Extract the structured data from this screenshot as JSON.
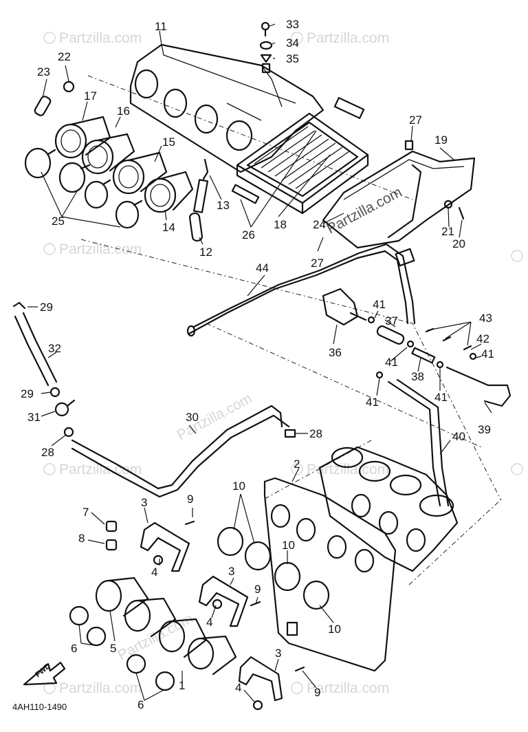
{
  "watermark": {
    "text": "Partzilla.com",
    "symbol": "©"
  },
  "diagram_code": "4AH110-1490",
  "forward_label": "FWD",
  "callouts": {
    "c1": "1",
    "c2": "2",
    "c3a": "3",
    "c3b": "3",
    "c3c": "3",
    "c4a": "4",
    "c4b": "4",
    "c4c": "4",
    "c5": "5",
    "c6a": "6",
    "c6b": "6",
    "c7": "7",
    "c8": "8",
    "c9a": "9",
    "c9b": "9",
    "c9c": "9",
    "c10a": "10",
    "c10b": "10",
    "c10c": "10",
    "c11": "11",
    "c12": "12",
    "c13": "13",
    "c14": "14",
    "c15": "15",
    "c16": "16",
    "c17": "17",
    "c18": "18",
    "c19": "19",
    "c20": "20",
    "c21": "21",
    "c22": "22",
    "c23": "23",
    "c24": "24",
    "c25": "25",
    "c26": "26",
    "c27a": "27",
    "c27b": "27",
    "c28a": "28",
    "c28b": "28",
    "c29a": "29",
    "c29b": "29",
    "c30": "30",
    "c31": "31",
    "c32": "32",
    "c33": "33",
    "c34": "34",
    "c35": "35",
    "c36": "36",
    "c37": "37",
    "c38": "38",
    "c39": "39",
    "c40": "40",
    "c41a": "41",
    "c41b": "41",
    "c41c": "41",
    "c41d": "41",
    "c41e": "41",
    "c42": "42",
    "c43": "43",
    "c44": "44"
  }
}
